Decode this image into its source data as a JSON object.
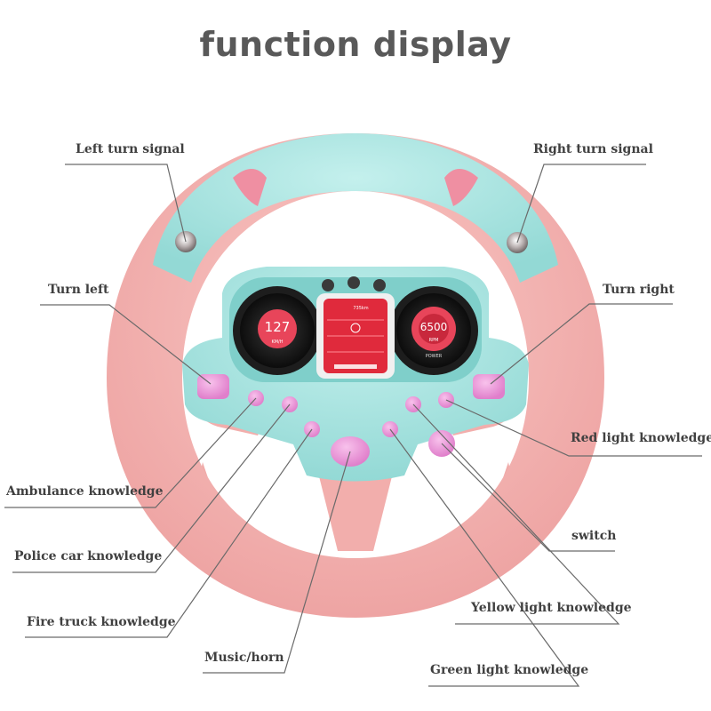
{
  "title": "function display",
  "labels": {
    "left_turn_signal": "Left turn signal",
    "right_turn_signal": "Right turn signal",
    "turn_left": "Turn left",
    "turn_right": "Turn right",
    "red_light_knowledge": "Red light knowledge",
    "ambulance_knowledge": "Ambulance knowledge",
    "switch": "switch",
    "police_car_knowledge": "Police car knowledge",
    "yellow_light_knowledge": "Yellow light knowledge",
    "fire_truck_knowledge": "Fire truck knowledge",
    "music_horn": "Music/horn",
    "green_light_knowledge": "Green light knowledge"
  },
  "dashboard": {
    "speed_value": "127",
    "speed_unit": "KM/H",
    "rpm_value": "6500",
    "rpm_unit": "RPM",
    "power_label": "POWER",
    "center_reading": "735km"
  },
  "colors": {
    "wheel_pink": "#f4b3b1",
    "wheel_pink_dark": "#e99a99",
    "wheel_teal": "#a8e3e0",
    "button_pink": "#e98bd0",
    "screen_red": "#e02a3c",
    "leader_line": "#6a6a6a"
  }
}
